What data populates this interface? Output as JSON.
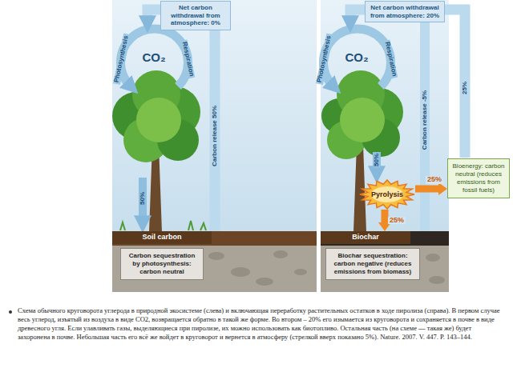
{
  "diagram": {
    "caption": "Схема обычного круговорота углерода в природной экосистеме (слева) и включающая переработку растительных остатков в ходе пиролиза (справа). В первом случае весь углерод, изъятый из воздуха в виде СО2, возвращается обратно в такой же форме. Во втором – 20% его изымается из круговорота и сохраняется в почве в виде древесного угля. Если улавливать газы, выделяющиеся при пиролизе, их можно использовать как биотопливо. Остальная часть (на схеме — такая же) будет захоронена в почве. Небольшая часть его всё же войдет в круговорот и вернется в атмосферу (стрелкой вверх показано 5%). Nature. 2007. V. 447. P. 143–144.",
    "nodes": [
      {
        "text": [
          "Net carbon withdrawal from atmosphere: 0%"
        ]
      },
      {
        "text": [
          "Soil carbon"
        ]
      },
      {
        "text": [
          "Carbon sequestration by photosynthesis: carbon neutral"
        ]
      },
      {
        "text": [
          "Net carbon withdrawal from atmosphere: 20%"
        ]
      },
      {
        "text": [
          "Pyrolysis"
        ]
      },
      {
        "text": [
          "Bioenergy: carbon neutral (reduces emissions from fossil fuels)"
        ]
      },
      {
        "text": [
          "Biochar"
        ]
      },
      {
        "text": [
          "Biochar sequestration: carbon negative (reduces emissions from biomass)"
        ]
      }
    ],
    "edges": [
      {
        "from": 4,
        "to": 5,
        "label": "25%",
        "arrow": "to"
      },
      {
        "from": 4,
        "to": 6,
        "label": "25%",
        "arrow": "to"
      }
    ],
    "labels": [
      "CO₂",
      "Photosynthesis",
      "Respiration",
      "Carbon release 50%",
      "50%",
      "CO₂",
      "Photosynthesis",
      "Respiration",
      "Carbon release -5%",
      "50%",
      "25%"
    ]
  }
}
